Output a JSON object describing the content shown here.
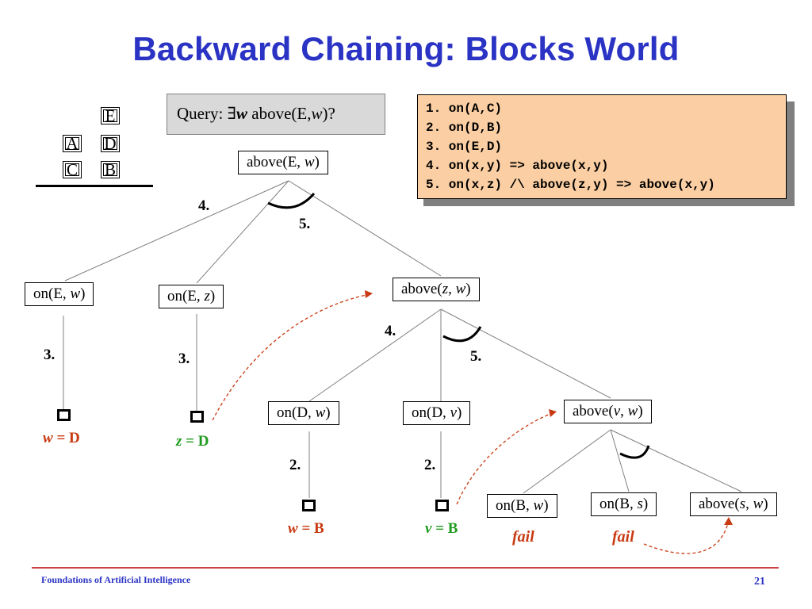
{
  "title": "Backward Chaining: Blocks World",
  "query": {
    "prefix": "Query: ",
    "exists": "∃",
    "var": "w",
    "pred": " above(E,",
    "var2": "w",
    "suffix": ")?"
  },
  "rules": [
    "1. on(A,C)",
    "2. on(D,B)",
    "3. on(E,D)",
    "4. on(x,y) => above(x,y)",
    "5. on(x,z) /\\ above(z,y) => above(x,y)"
  ],
  "blocks": {
    "top_right": "E",
    "mid_left": "A",
    "mid_right": "D",
    "bot_left": "C",
    "bot_right": "B"
  },
  "nodes": {
    "root": {
      "pre": "above(E, ",
      "var": "w",
      "post": ")"
    },
    "onEw": {
      "pre": "on(E, ",
      "var": "w",
      "post": ")"
    },
    "onEz": {
      "pre": "on(E, ",
      "var": "z",
      "post": ")"
    },
    "abovezw": {
      "pre": "above(",
      "var": "z",
      "mid": ", ",
      "var2": "w",
      "post": ")"
    },
    "onDw": {
      "pre": "on(D, ",
      "var": "w",
      "post": ")"
    },
    "onDv": {
      "pre": "on(D, ",
      "var": "v",
      "post": ")"
    },
    "abovevw": {
      "pre": "above(",
      "var": "v",
      "mid": ", ",
      "var2": "w",
      "post": ")"
    },
    "onBw": {
      "pre": "on(B, ",
      "var": "w",
      "post": ")"
    },
    "onBs": {
      "pre": "on(B, ",
      "var": "s",
      "post": ")"
    },
    "abovesw": {
      "pre": "above(",
      "var": "s",
      "mid": ", ",
      "var2": "w",
      "post": ")"
    }
  },
  "edge_labels": {
    "root_4": "4.",
    "root_5": "5.",
    "onEw_3": "3.",
    "onEz_3": "3.",
    "abovezw_4": "4.",
    "abovezw_5": "5.",
    "onDw_2": "2.",
    "onDv_2": "2."
  },
  "results": {
    "w_D": {
      "var": "w",
      "eq": " = D"
    },
    "z_D": {
      "var": "z",
      "eq": " = D"
    },
    "w_B": {
      "var": "w",
      "eq": " = B"
    },
    "v_B": {
      "var": "v",
      "eq": " = B"
    }
  },
  "fail_labels": {
    "onBw": "fail",
    "onBs": "fail"
  },
  "colors": {
    "title": "#2a33c4",
    "red": "#c83a12",
    "green": "#1f9b1f",
    "rules_bg": "#fbcfa3"
  },
  "footer": {
    "left": "Foundations of Artificial Intelligence",
    "page": "21"
  }
}
